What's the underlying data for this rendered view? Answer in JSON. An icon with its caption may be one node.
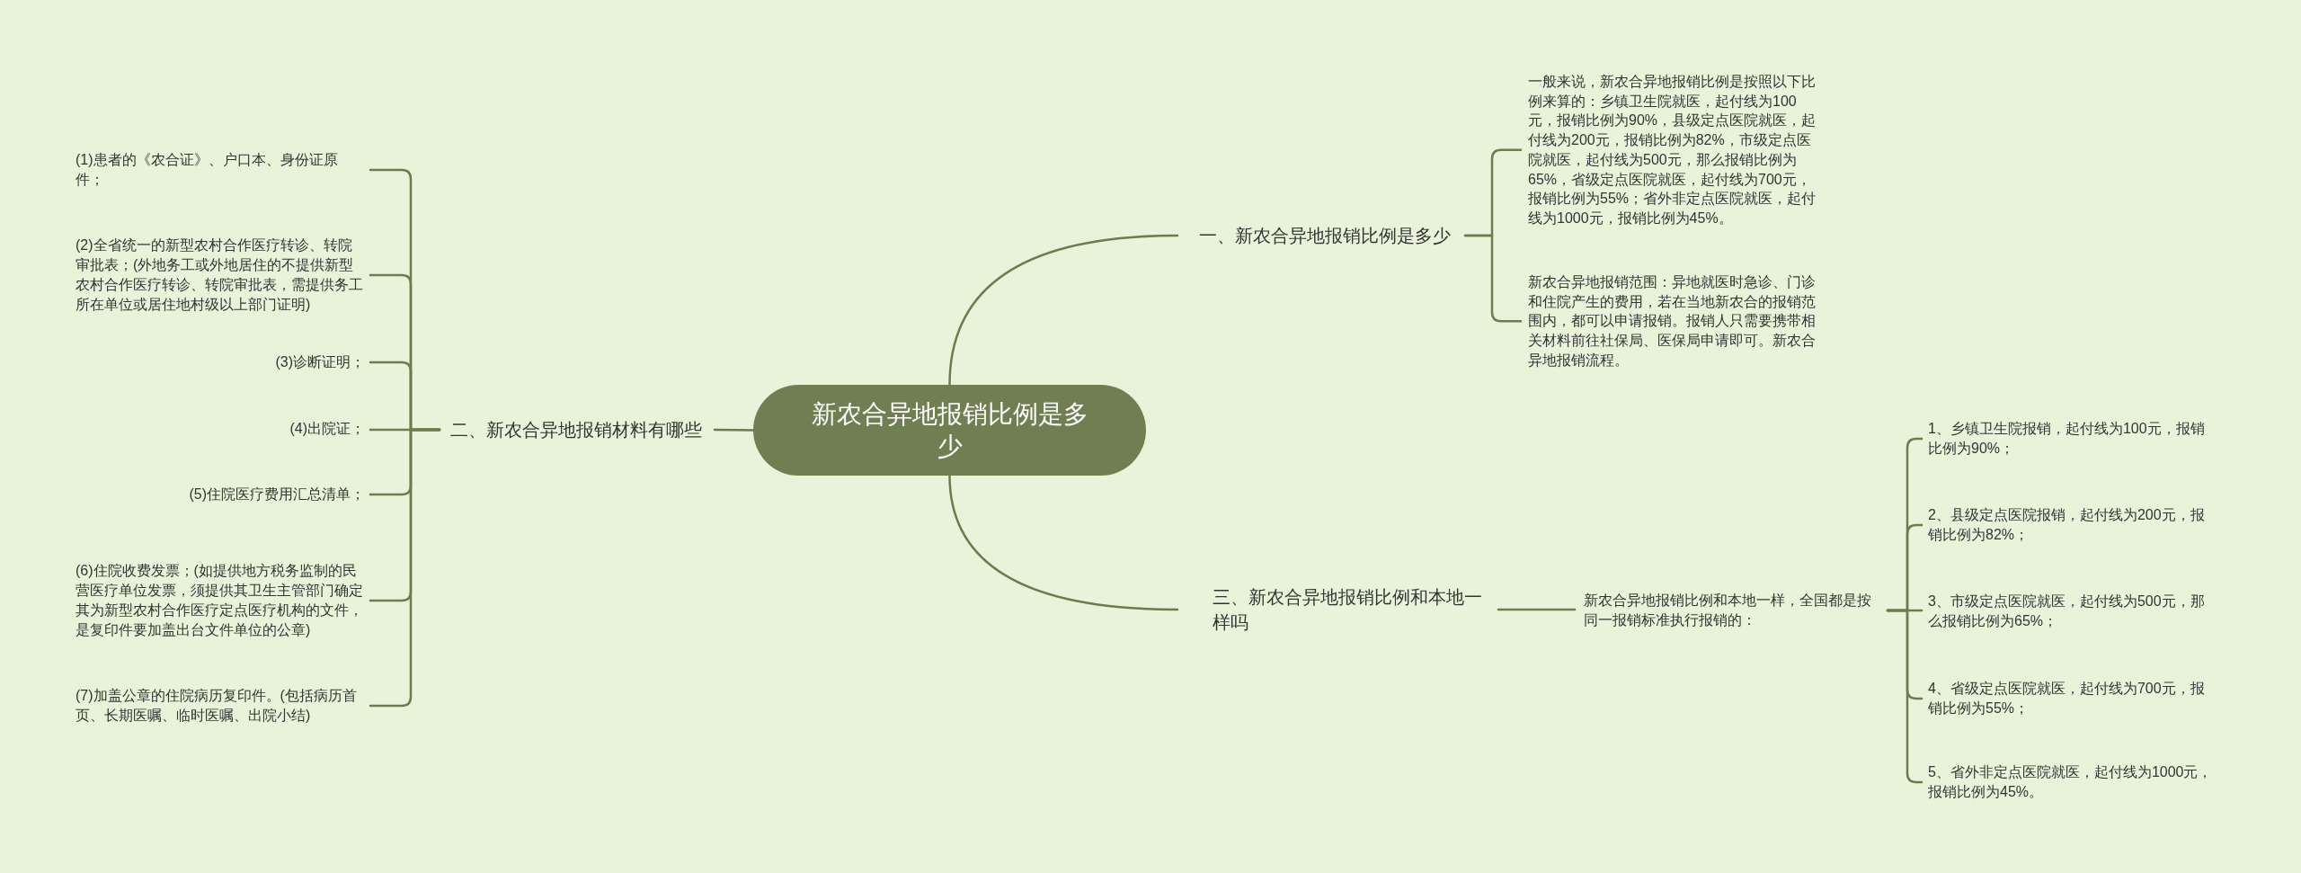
{
  "diagram": {
    "nodes": [
      {
        "text": [
          "新农合异地报销比例是多少"
        ]
      },
      {
        "text": [
          "一、新农合异地报销比例是多少"
        ]
      },
      {
        "text": [
          "一般来说，新农合异地报销比例是按照以下比例来算的：乡镇卫生院就医，起付线为100元，报销比例为90%，县级定点医院就医，起付线为200元，报销比例为82%，市级定点医院就医，起付线为500元，那么报销比例为65%，省级定点医院就医，起付线为700元，报销比例为55%；省外非定点医院就医，起付线为1000元，报销比例为45%。"
        ]
      },
      {
        "text": [
          "新农合异地报销范围：异地就医时急诊、门诊和住院产生的费用，若在当地新农合的报销范围内，都可以申请报销。报销人只需要携带相关材料前往社保局、医保局申请即可。新农合异地报销流程。"
        ]
      },
      {
        "text": [
          "二、新农合异地报销材料有哪些"
        ]
      },
      {
        "text": [
          "(1)患者的《农合证》、户口本、身份证原件；"
        ]
      },
      {
        "text": [
          "(2)全省统一的新型农村合作医疗转诊、转院审批表；(外地务工或外地居住的不提供新型农村合作医疗转诊、转院审批表，需提供务工所在单位或居住地村级以上部门证明)"
        ]
      },
      {
        "text": [
          "(3)诊断证明；"
        ]
      },
      {
        "text": [
          "(4)出院证；"
        ]
      },
      {
        "text": [
          "(5)住院医疗费用汇总清单；"
        ]
      },
      {
        "text": [
          "(6)住院收费发票；(如提供地方税务监制的民营医疗单位发票，须提供其卫生主管部门确定其为新型农村合作医疗定点医疗机构的文件，是复印件要加盖出台文件单位的公章)"
        ]
      },
      {
        "text": [
          "(7)加盖公章的住院病历复印件。(包括病历首页、长期医嘱、临时医嘱、出院小结)"
        ]
      },
      {
        "text": [
          "三、新农合异地报销比例和本地一样吗"
        ]
      },
      {
        "text": [
          "新农合异地报销比例和本地一样，全国都是按同一报销标准执行报销的："
        ]
      },
      {
        "text": [
          "1、乡镇卫生院报销，起付线为100元，报销比例为90%；"
        ]
      },
      {
        "text": [
          "2、县级定点医院报销，起付线为200元，报销比例为82%；"
        ]
      },
      {
        "text": [
          "3、市级定点医院就医，起付线为500元，那么报销比例为65%；"
        ]
      },
      {
        "text": [
          "4、省级定点医院就医，起付线为700元，报销比例为55%；"
        ]
      },
      {
        "text": [
          "5、省外非定点医院就医，起付线为1000元，报销比例为45%。"
        ]
      }
    ],
    "edges": [
      {
        "from": 0,
        "to": 1,
        "arrow": "none"
      },
      {
        "from": 0,
        "to": 4,
        "arrow": "none"
      },
      {
        "from": 0,
        "to": 12,
        "arrow": "none"
      },
      {
        "from": 1,
        "to": 2,
        "arrow": "none"
      },
      {
        "from": 1,
        "to": 3,
        "arrow": "none"
      },
      {
        "from": 4,
        "to": 5,
        "arrow": "none"
      },
      {
        "from": 4,
        "to": 6,
        "arrow": "none"
      },
      {
        "from": 4,
        "to": 7,
        "arrow": "none"
      },
      {
        "from": 4,
        "to": 8,
        "arrow": "none"
      },
      {
        "from": 4,
        "to": 9,
        "arrow": "none"
      },
      {
        "from": 4,
        "to": 10,
        "arrow": "none"
      },
      {
        "from": 4,
        "to": 11,
        "arrow": "none"
      },
      {
        "from": 12,
        "to": 13,
        "arrow": "none"
      },
      {
        "from": 13,
        "to": 14,
        "arrow": "none"
      },
      {
        "from": 13,
        "to": 15,
        "arrow": "none"
      },
      {
        "from": 13,
        "to": 16,
        "arrow": "none"
      },
      {
        "from": 13,
        "to": 17,
        "arrow": "none"
      },
      {
        "from": 13,
        "to": 18,
        "arrow": "none"
      }
    ]
  }
}
